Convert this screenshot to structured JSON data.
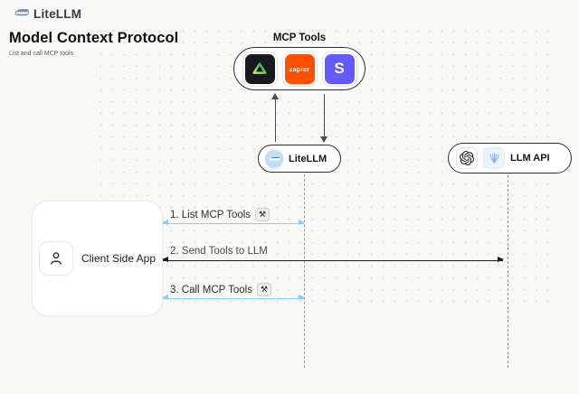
{
  "header": {
    "brand": "LiteLLM"
  },
  "page": {
    "title": "Model Context Protocol",
    "subtitle": "List and call MCP tools"
  },
  "mcp_tools": {
    "label": "MCP Tools",
    "zapier_text": "zapier",
    "stripe_letter": "S"
  },
  "nodes": {
    "litellm": "LiteLLM",
    "llm_api": "LLM API",
    "client": "Client Side App"
  },
  "arrows": [
    {
      "label": "1. List MCP Tools",
      "tool_icon": true,
      "color": "#85d2ef"
    },
    {
      "label": "2. Send Tools to LLM",
      "tool_icon": false,
      "color": "#1b1b1b"
    },
    {
      "label": "3. Call MCP Tools",
      "tool_icon": true,
      "color": "#85d2ef"
    }
  ],
  "glyphs": {
    "tool_badge": "⚒"
  },
  "colors": {
    "arrow_blue": "#85d2ef",
    "arrow_dark": "#1b1b1b",
    "zapier_orange": "#FF4F00",
    "stripe_purple": "#635BFF",
    "dark_tile": "#17191c",
    "background": "#f8f8f7"
  }
}
